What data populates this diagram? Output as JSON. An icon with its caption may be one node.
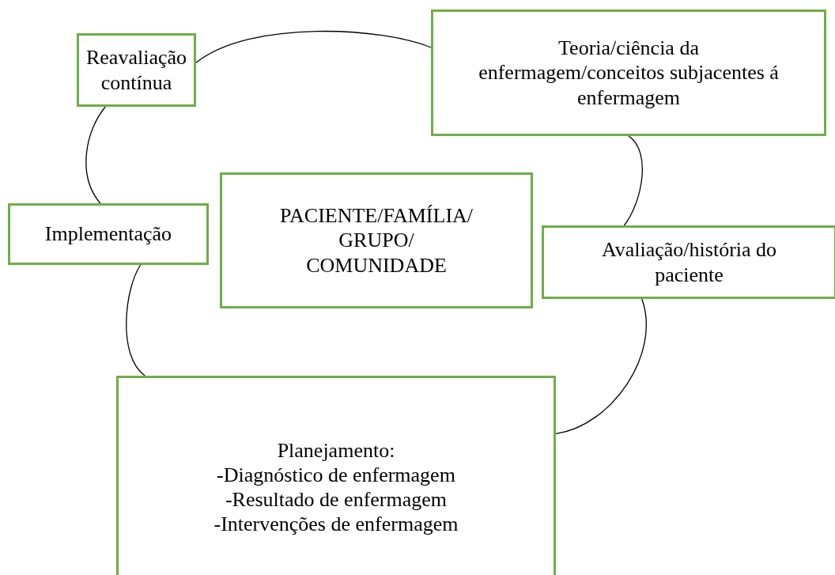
{
  "diagram": {
    "nodes": [
      {
        "text": [
          "Reavaliação contínua"
        ]
      },
      {
        "text": [
          "Teoria/ciência da enfermagem/conceitos subjacentes á enfermagem"
        ]
      },
      {
        "text": [
          "Implementação"
        ]
      },
      {
        "text": [
          "PACIENTE/FAMÍLIA/ GRUPO/ COMUNIDADE"
        ]
      },
      {
        "text": [
          "Avaliação/história do paciente"
        ]
      },
      {
        "text": [
          "Planejamento:",
          "-Diagnóstico de enfermagem",
          "-Resultado de enfermagem",
          "-Intervenções de enfermagem"
        ]
      }
    ],
    "edges": [
      {
        "from": 0,
        "to": 1,
        "arrow": "none"
      },
      {
        "from": 1,
        "to": 4,
        "arrow": "none"
      },
      {
        "from": 4,
        "to": 5,
        "arrow": "none"
      },
      {
        "from": 5,
        "to": 2,
        "arrow": "none"
      },
      {
        "from": 2,
        "to": 0,
        "arrow": "none"
      }
    ]
  }
}
